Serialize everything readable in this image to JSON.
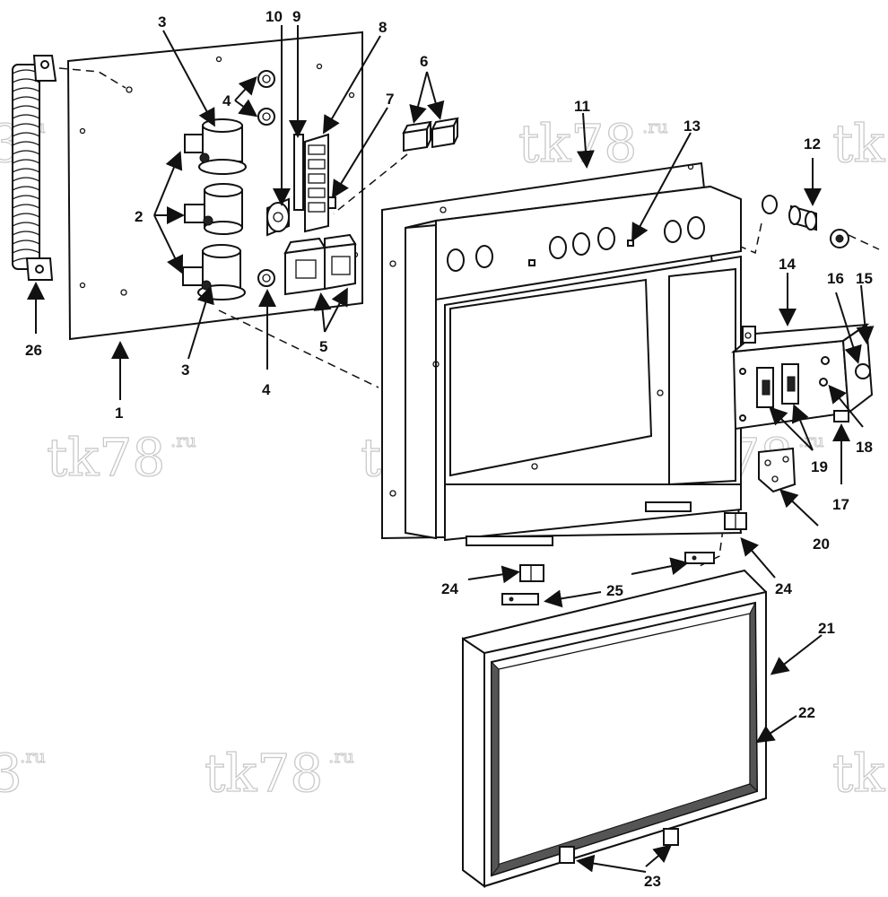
{
  "watermark": {
    "brand": "tk78",
    "suffix": ".ru",
    "partial_brand": "3"
  },
  "callouts": {
    "n1": "1",
    "n2": "2",
    "n3a": "3",
    "n3b": "3",
    "n4a": "4",
    "n4b": "4",
    "n5": "5",
    "n6": "6",
    "n7": "7",
    "n8": "8",
    "n9": "9",
    "n10": "10",
    "n11": "11",
    "n12": "12",
    "n13": "13",
    "n14": "14",
    "n15": "15",
    "n16": "16",
    "n17": "17",
    "n18": "18",
    "n19": "19",
    "n20": "20",
    "n21": "21",
    "n22": "22",
    "n23": "23",
    "n24a": "24",
    "n24b": "24",
    "n25": "25",
    "n26": "26"
  },
  "colors": {
    "ink": "#111111",
    "paper": "#ffffff",
    "watermark": "#c9c9c9"
  }
}
